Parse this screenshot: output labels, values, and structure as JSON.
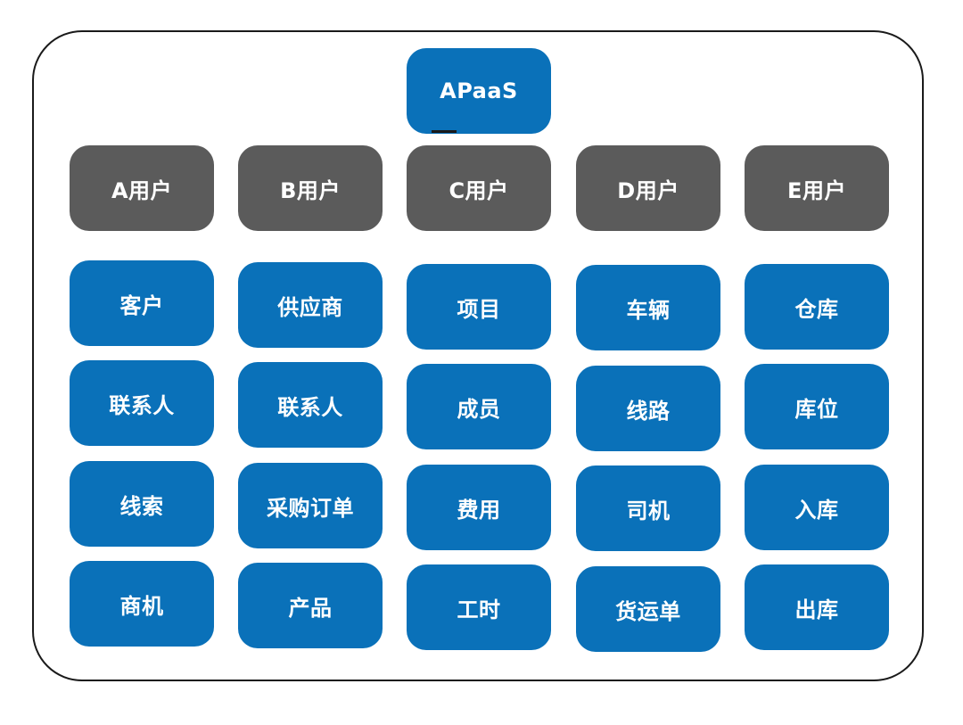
{
  "root": {
    "label": "APaaS"
  },
  "users": [
    {
      "label": "A用户"
    },
    {
      "label": "B用户"
    },
    {
      "label": "C用户"
    },
    {
      "label": "D用户"
    },
    {
      "label": "E用户"
    }
  ],
  "columns": [
    {
      "items": [
        "客户",
        "联系人",
        "线索",
        "商机"
      ]
    },
    {
      "items": [
        "供应商",
        "联系人",
        "采购订单",
        "产品"
      ]
    },
    {
      "items": [
        "项目",
        "成员",
        "费用",
        "工时"
      ]
    },
    {
      "items": [
        "车辆",
        "线路",
        "司机",
        "货运单"
      ]
    },
    {
      "items": [
        "仓库",
        "库位",
        "入库",
        "出库"
      ]
    }
  ],
  "colors": {
    "accent_blue": "#0a71b9",
    "user_gray": "#5b5b5b",
    "frame_border": "#1a1a1a"
  }
}
